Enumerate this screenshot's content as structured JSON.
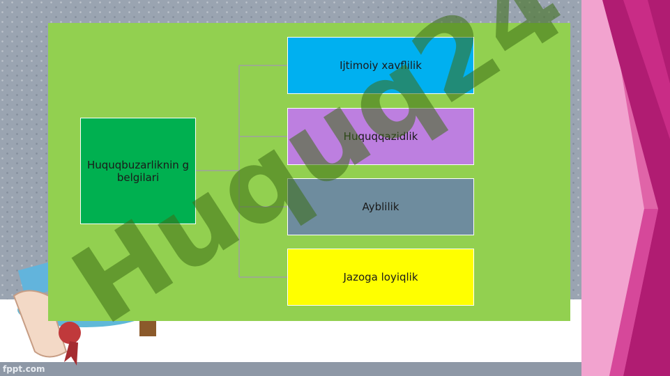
{
  "diagram": {
    "root": {
      "label": "Huquqbuzarliknin g belgilari"
    },
    "children": [
      {
        "label": "Ijtimoiy xavflilik",
        "color": "#00b0f0"
      },
      {
        "label": "Huquqqazidlik",
        "color": "#bd7fe0"
      },
      {
        "label": "Ayblilik",
        "color": "#6e8c9e"
      },
      {
        "label": "Jazoga loyiqlik",
        "color": "#ffff00"
      }
    ],
    "panel_color": "#92d050",
    "root_color": "#00b050"
  },
  "watermark": {
    "text": "Huquq24"
  },
  "footer": {
    "brand": "fppt.com"
  }
}
